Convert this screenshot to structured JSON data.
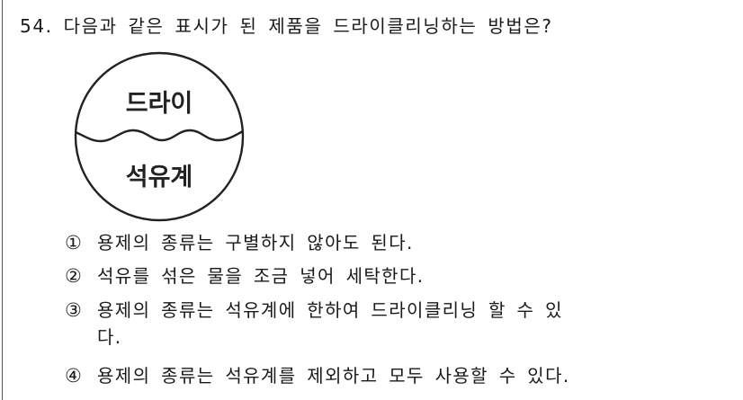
{
  "question": {
    "number": "54.",
    "text": "다음과 같은 표시가 된 제품을 드라이클리닝하는 방법은?"
  },
  "care_label": {
    "icon": "dry-cleaning-petroleum-symbol",
    "top_text": "드라이",
    "bottom_text": "석유계",
    "stroke_color": "#222222"
  },
  "options": [
    {
      "marker": "①",
      "text": "용제의 종류는 구별하지 않아도 된다."
    },
    {
      "marker": "②",
      "text": "석유를 섞은 물을 조금 넣어 세탁한다."
    },
    {
      "marker": "③",
      "text": "용제의 종류는 석유계에 한하여 드라이클리닝 할 수 있",
      "continuation": "다."
    },
    {
      "marker": "④",
      "text": "용제의 종류는 석유계를 제외하고 모두 사용할 수 있다."
    }
  ]
}
